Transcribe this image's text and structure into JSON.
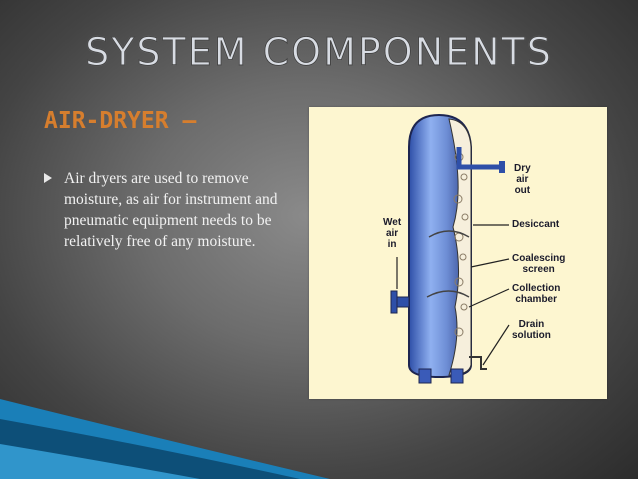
{
  "slide": {
    "title": "SYSTEM COMPONENTS",
    "subtitle": "AIR-DRYER –",
    "bullet_text": "Air dryers are used to remove moisture, as air for instrument and pneumatic equipment needs to be relatively free of any moisture."
  },
  "diagram": {
    "labels": {
      "dry_air_out": [
        "Dry",
        "air",
        "out"
      ],
      "wet_air_in": [
        "Wet",
        "air",
        "in"
      ],
      "desiccant": "Desiccant",
      "coalescing_screen": [
        "Coalescing",
        "screen"
      ],
      "collection_chamber": [
        "Collection",
        "chamber"
      ],
      "drain_solution": [
        "Drain",
        "solution"
      ]
    }
  },
  "colors": {
    "accent": "#d67e2e",
    "title": "#d8dce3",
    "tank": "#6f8fd6"
  }
}
